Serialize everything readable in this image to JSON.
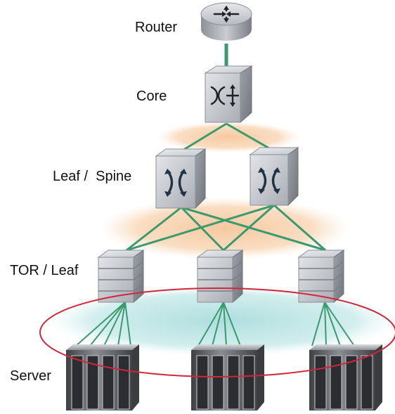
{
  "diagram": {
    "labels": {
      "router": "Router",
      "core": "Core",
      "leaf_spine": "Leaf /  Spine",
      "tor_leaf": "TOR / Leaf",
      "server": "Server"
    },
    "colors": {
      "link": "#3a9a6e",
      "spine_zone": "#f6c69a",
      "server_zone": "#a9dcdc",
      "ring": "#d2263a",
      "device_face": "#cfd2d8",
      "device_dark": "#7d818a",
      "server_body": "#5b5e63"
    },
    "icons": [
      "router-icon",
      "core-switch-icon",
      "spine-switch-icon",
      "tor-switch-icon",
      "server-rack-icon"
    ]
  }
}
